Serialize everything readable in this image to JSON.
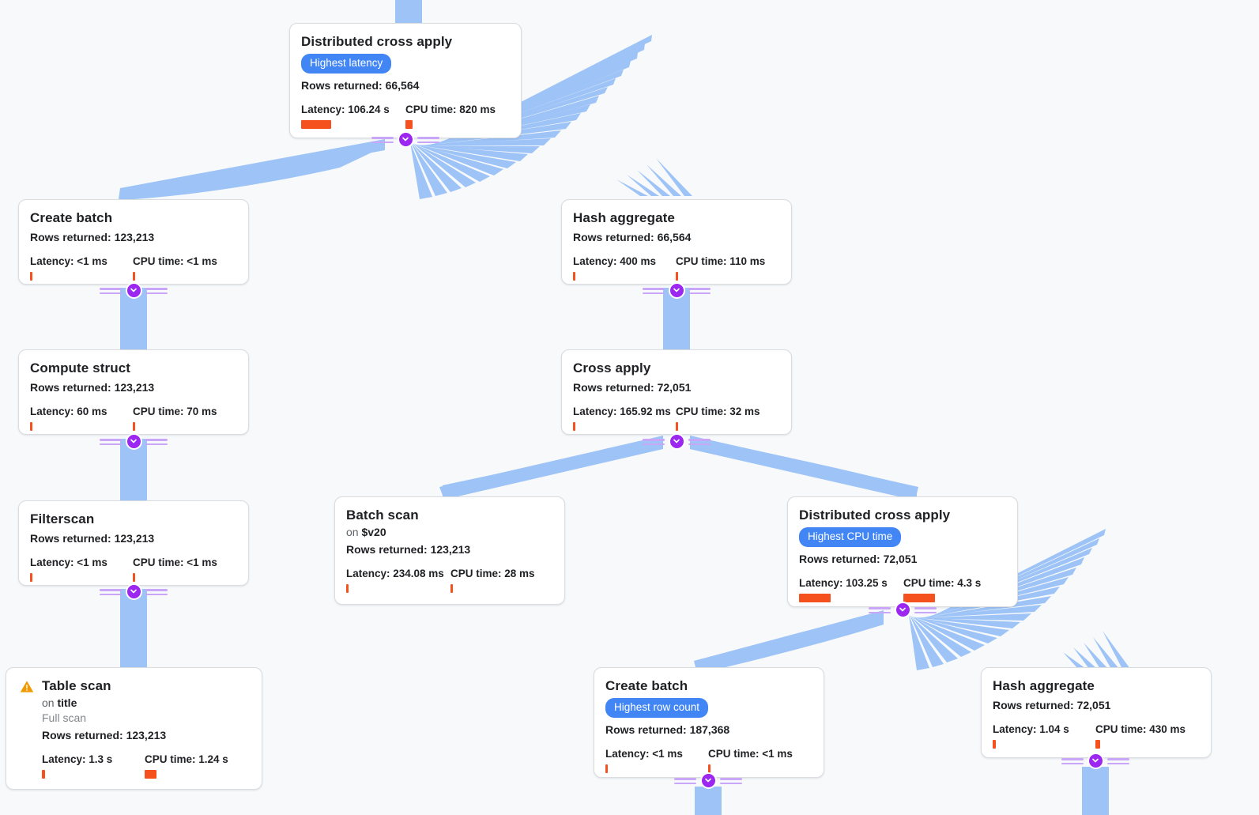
{
  "graph": {
    "background": "#f7f9fb",
    "edge_color": "#9dc3f7",
    "toggle_color": "#9c27f0",
    "badge_color": "#4285f4",
    "bar_color": "#f4511e",
    "warning_color": "#f29900",
    "toggle_icon": "chevron-down-icon",
    "warning_icon": "warning-triangle-icon"
  },
  "labels": {
    "rows_prefix": "Rows returned: ",
    "latency_prefix": "Latency: ",
    "cpu_prefix": "CPU time: ",
    "on_prefix": "on "
  },
  "nodes": [
    {
      "id": "distributed-cross-apply-root",
      "title": "Distributed cross apply",
      "badge": "Highest latency",
      "rows": "Rows returned: 66,564",
      "latency": "Latency: 106.24 s",
      "cpu": "CPU time: 820 ms",
      "latency_bar_w": 38,
      "cpu_bar_w": 9,
      "warning": false
    },
    {
      "id": "create-batch-left",
      "title": "Create batch",
      "badge": null,
      "rows": "Rows returned: 123,213",
      "latency": "Latency: <1 ms",
      "cpu": "CPU time: <1 ms",
      "latency_bar_w": 3,
      "cpu_bar_w": 3,
      "warning": false
    },
    {
      "id": "hash-aggregate-upper",
      "title": "Hash aggregate",
      "badge": null,
      "rows": "Rows returned: 66,564",
      "latency": "Latency: 400 ms",
      "cpu": "CPU time: 110 ms",
      "latency_bar_w": 3,
      "cpu_bar_w": 3,
      "warning": false
    },
    {
      "id": "compute-struct",
      "title": "Compute struct",
      "badge": null,
      "rows": "Rows returned: 123,213",
      "latency": "Latency: 60 ms",
      "cpu": "CPU time: 70 ms",
      "latency_bar_w": 3,
      "cpu_bar_w": 3,
      "warning": false
    },
    {
      "id": "cross-apply",
      "title": "Cross apply",
      "badge": null,
      "rows": "Rows returned: 72,051",
      "latency": "Latency: 165.92 ms",
      "cpu": "CPU time: 32 ms",
      "latency_bar_w": 3,
      "cpu_bar_w": 3,
      "warning": false
    },
    {
      "id": "filterscan",
      "title": "Filterscan",
      "badge": null,
      "rows": "Rows returned: 123,213",
      "latency": "Latency: <1 ms",
      "cpu": "CPU time: <1 ms",
      "latency_bar_w": 3,
      "cpu_bar_w": 3,
      "warning": false
    },
    {
      "id": "batch-scan",
      "title": "Batch scan",
      "subject": "on $v20",
      "badge": null,
      "rows": "Rows returned: 123,213",
      "latency": "Latency: 234.08 ms",
      "cpu": "CPU time: 28 ms",
      "latency_bar_w": 3,
      "cpu_bar_w": 3,
      "warning": false
    },
    {
      "id": "distributed-cross-apply-lower",
      "title": "Distributed cross apply",
      "badge": "Highest CPU time",
      "rows": "Rows returned: 72,051",
      "latency": "Latency: 103.25 s",
      "cpu": "CPU time: 4.3 s",
      "latency_bar_w": 40,
      "cpu_bar_w": 40,
      "warning": false
    },
    {
      "id": "table-scan",
      "title": "Table scan",
      "subject": "on title",
      "subject_plain": "on ",
      "subject_bold": "title",
      "scan_type": "Full scan",
      "badge": null,
      "rows": "Rows returned: 123,213",
      "latency": "Latency: 1.3 s",
      "cpu": "CPU time: 1.24 s",
      "latency_bar_w": 4,
      "cpu_bar_w": 15,
      "warning": true
    },
    {
      "id": "create-batch-lower",
      "title": "Create batch",
      "badge": "Highest row count",
      "rows": "Rows returned: 187,368",
      "latency": "Latency: <1 ms",
      "cpu": "CPU time: <1 ms",
      "latency_bar_w": 3,
      "cpu_bar_w": 3,
      "warning": false
    },
    {
      "id": "hash-aggregate-lower",
      "title": "Hash aggregate",
      "badge": null,
      "rows": "Rows returned: 72,051",
      "latency": "Latency: 1.04 s",
      "cpu": "CPU time: 430 ms",
      "latency_bar_w": 4,
      "cpu_bar_w": 6,
      "warning": false
    }
  ]
}
